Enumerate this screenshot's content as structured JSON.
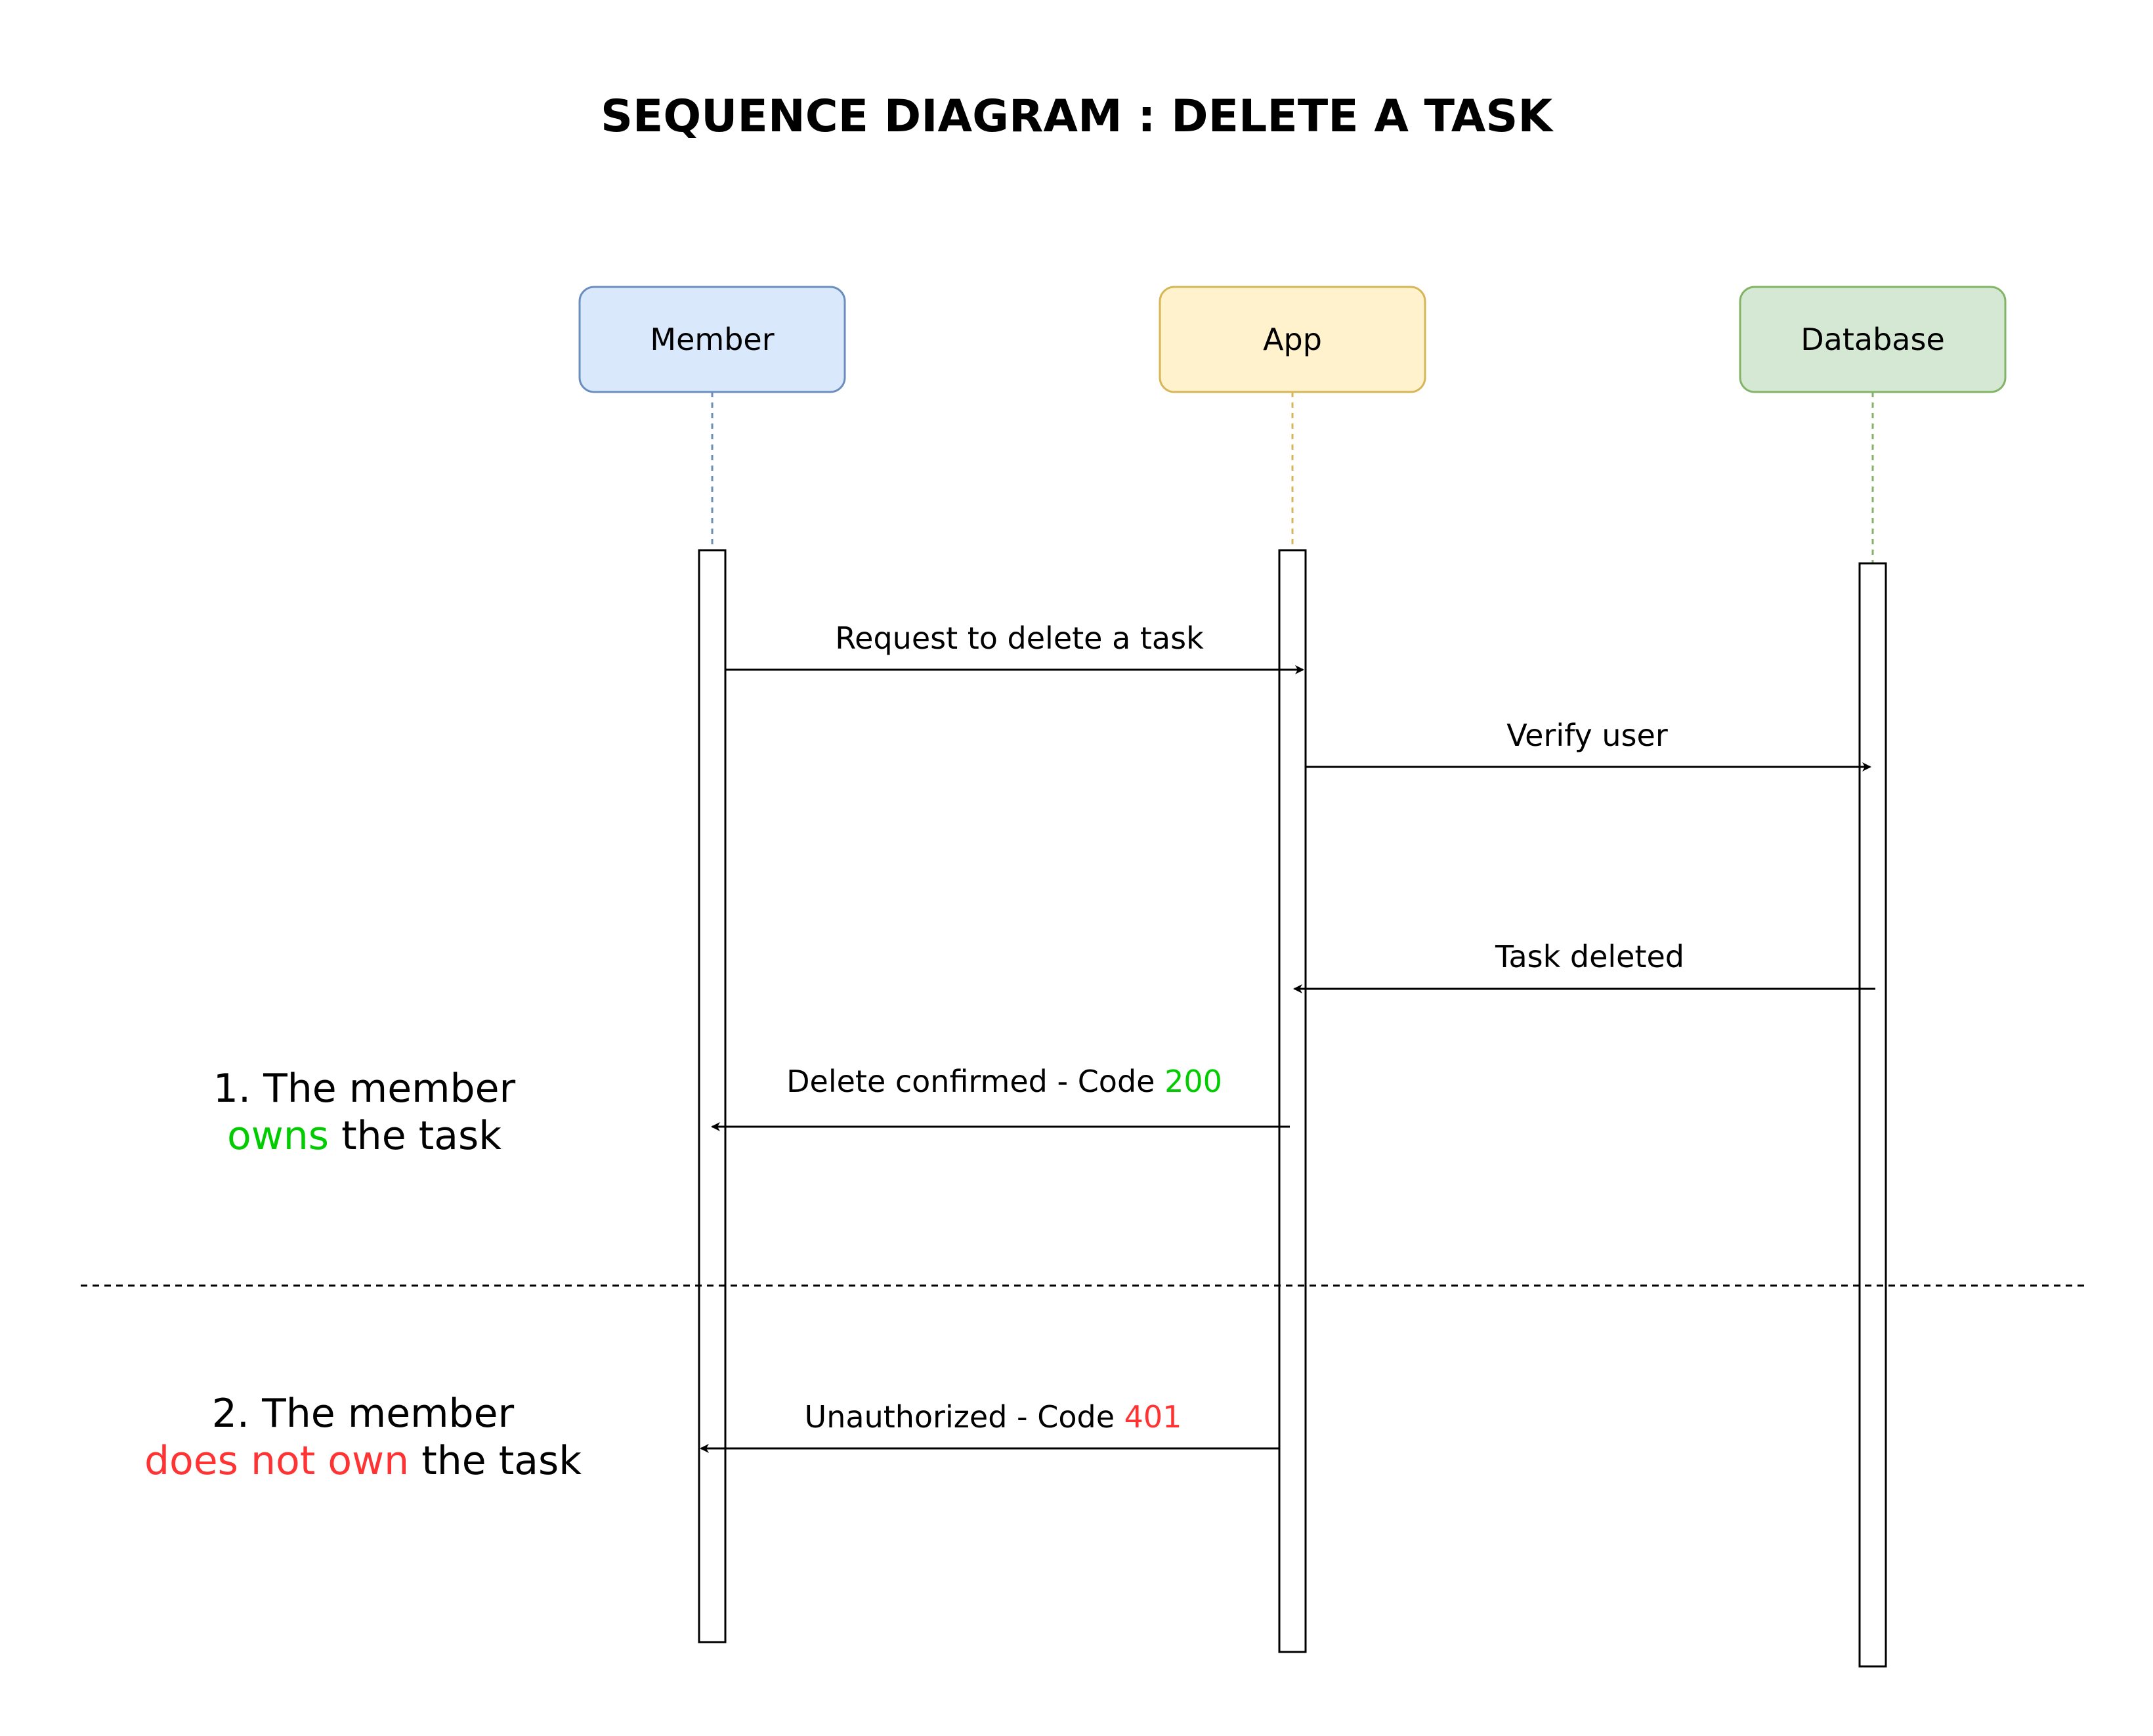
{
  "title": "SEQUENCE DIAGRAM : DELETE A TASK",
  "colors": {
    "member_fill": "#dae8fc",
    "member_stroke": "#6c8ebf",
    "app_fill": "#fff2cc",
    "app_stroke": "#d6b656",
    "database_fill": "#d5e8d4",
    "database_stroke": "#82b366",
    "success": "#00cc00",
    "error": "#ff3333"
  },
  "actors": [
    {
      "id": "member",
      "label": "Member"
    },
    {
      "id": "app",
      "label": "App"
    },
    {
      "id": "database",
      "label": "Database"
    }
  ],
  "messages": [
    {
      "id": "request",
      "text": "Request to delete a task",
      "code": ""
    },
    {
      "id": "verify",
      "text": "Verify user",
      "code": ""
    },
    {
      "id": "deleted",
      "text": "Task deleted",
      "code": ""
    },
    {
      "id": "confirmed",
      "text": "Delete confirmed - Code ",
      "code": "200"
    },
    {
      "id": "unauthorized",
      "text": "Unauthorized - Code ",
      "code": "401"
    }
  ],
  "notes": [
    {
      "line1": "1. The member",
      "highlight": "owns",
      "rest": " the task"
    },
    {
      "line1": "2. The member",
      "highlight": "does not own",
      "rest": " the task"
    }
  ]
}
